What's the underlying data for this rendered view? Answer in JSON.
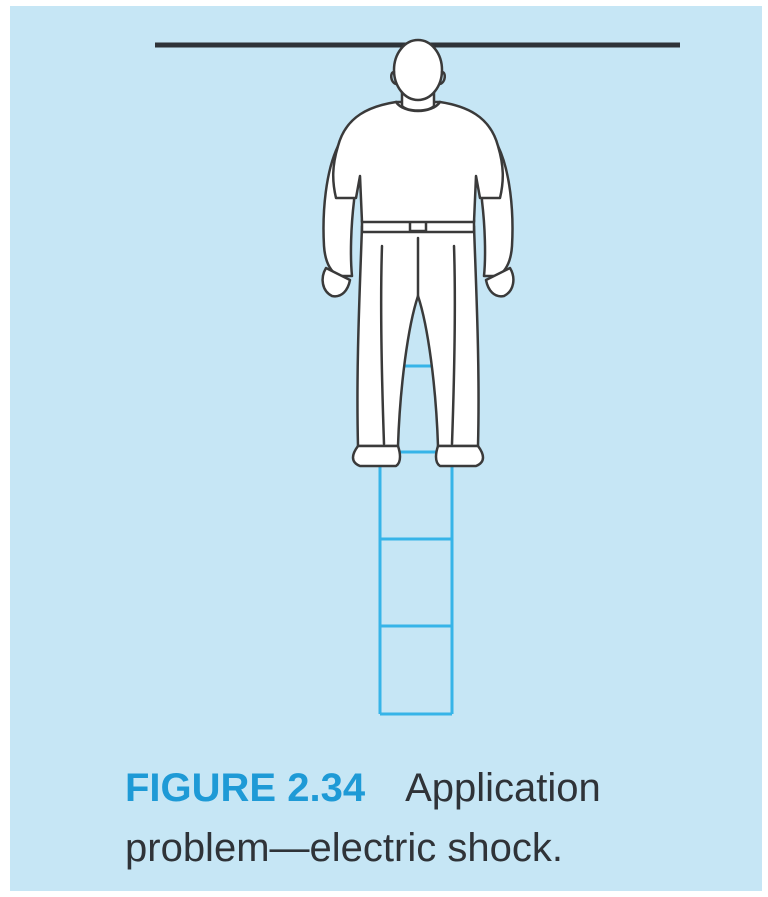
{
  "figure": {
    "number": "FIGURE 2.34",
    "caption_line1": "Application",
    "caption_line2": "problem—electric shock.",
    "colors": {
      "background": "#c6e6f5",
      "ladder": "#36b4e8",
      "wire": "#2e3338",
      "outline": "#3a3a3a",
      "figure_number": "#1e9ad6"
    }
  }
}
